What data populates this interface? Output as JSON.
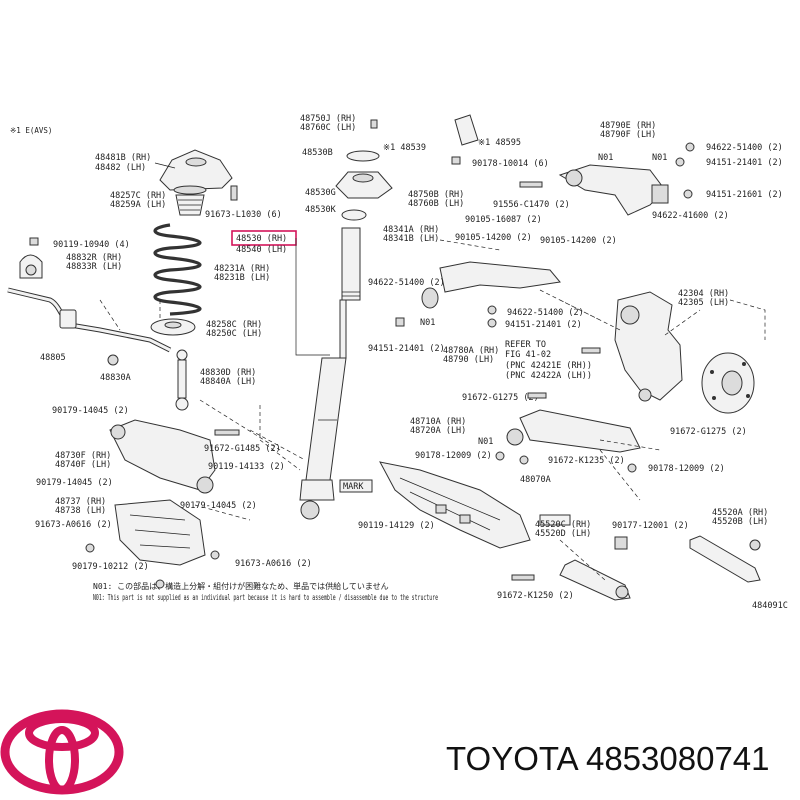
{
  "diagram": {
    "header": "※1 E(AVS)",
    "figure_code": "484091C",
    "labels": {
      "l48481": "48481B (RH)",
      "l48482": "48482 (LH)",
      "l48257": "48257C (RH)",
      "l48259": "48259A (LH)",
      "l91673_10": "91673-L1030 (6)",
      "l48530": "48530 (RH)",
      "l48540": "48540 (LH)",
      "l90119_10940": "90119-10940 (4)",
      "l48832": "48832R (RH)",
      "l48833": "48833R (LH)",
      "l48231": "48231A (RH)",
      "l48231b": "48231B (LH)",
      "l48258": "48258C (RH)",
      "l48250": "48250C (LH)",
      "l48805": "48805",
      "l48830": "48830D (RH)",
      "l48840": "48840A (LH)",
      "l48830a": "48830A",
      "l90179_14045": "90179-14045 (2)",
      "l91672_g1485": "91672-G1485 (2)",
      "l48730": "48730F (RH)",
      "l48740": "48740F (LH)",
      "l90119_14133": "90119-14133 (2)",
      "l90179_14045b": "90179-14045 (2)",
      "l90179_14045c": "90179-14045 (2)",
      "l48737": "48737 (RH)",
      "l48738": "48738 (LH)",
      "l91673_a0616": "91673-A0616 (2)",
      "l90179_10212": "90179-10212 (2)",
      "l91673_a0616b": "91673-A0616 (2)",
      "l48750j": "48750J (RH)",
      "l48760c": "48760C (LH)",
      "l48530b": "48530B",
      "l48539": "※1 48539",
      "l48595": "※1 48595",
      "l90178_10014": "90178-10014 (6)",
      "l48530g": "48530G",
      "l48750b": "48750B (RH)",
      "l48760b": "48760B (LH)",
      "l48530k": "48530K",
      "l48341a": "48341A (RH)",
      "l48341b": "48341B (LH)",
      "l90105_16087": "90105-16087 (2)",
      "l91556_c1470": "91556-C1470 (2)",
      "l48790e": "48790E (RH)",
      "l48790f": "48790F (LH)",
      "l94622_51400_top": "94622-51400 (2)",
      "l94151_21401_top": "94151-21401 (2)",
      "l94151_21601": "94151-21601 (2)",
      "l94622_41600": "94622-41600 (2)",
      "l90105_14200a": "90105-14200 (2)",
      "l90105_14200b": "90105-14200 (2)",
      "l94622_51400_mid": "94622-51400 (2)",
      "l94622_51400_r": "94622-51400 (2)",
      "l94151_21401_r": "94151-21401 (2)",
      "l94151_21401_b": "94151-21401 (2)",
      "l48780a": "48780A (RH)",
      "l48790": "48790 (LH)",
      "refer1": "REFER TO",
      "refer2": "FIG 41-02",
      "refer3": "(PNC 42421E (RH))",
      "refer4": "(PNC 42422A (LH))",
      "l42304": "42304 (RH)",
      "l42305": "42305 (LH)",
      "l91672_g1275a": "91672-G1275 (2)",
      "l48710": "48710A (RH)",
      "l48720": "48720A (LH)",
      "l91672_g1275b": "91672-G1275 (2)",
      "l90178_12009a": "90178-12009 (2)",
      "l91672_k1235": "91672-K1235 (2)",
      "l90178_12009b": "90178-12009 (2)",
      "l48070a": "48070A",
      "mark": "MARK",
      "l90119_14129": "90119-14129 (2)",
      "l90177_12001": "90177-12001 (2)",
      "l45520a": "45520A (RH)",
      "l45520b": "45520B (LH)",
      "l45520c": "45520C (RH)",
      "l45520d": "45520D (LH)",
      "l91672_k1250": "91672-K1250 (2)",
      "n01": "N01"
    },
    "notes": {
      "n01_ja": "N01: この部品は、構造上分解・組付けが困難なため、単品では供給していません",
      "n01_en": "N01: This part is not supplied as an individual part because it is hard to assemble / disassemble due to the structure"
    },
    "highlight_part": "48530 (RH)",
    "highlight_color": "#d4145a"
  },
  "brand": {
    "name": "TOYOTA",
    "part_number": "4853080741",
    "caption": "TOYOTA 4853080741",
    "logo_color": "#d4145a",
    "logo_icon": "toyota-logo-icon"
  }
}
